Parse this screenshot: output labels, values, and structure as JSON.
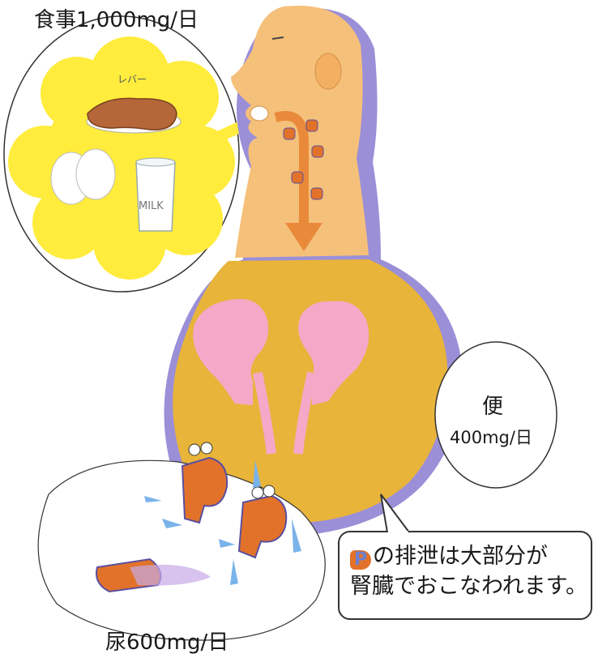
{
  "intake": {
    "label": "食事1,000mg/日"
  },
  "foods": {
    "liver": "レバー",
    "milk": "MILK"
  },
  "stool": {
    "title": "便",
    "amount": "400mg/日"
  },
  "urine": {
    "label": "尿600mg/日"
  },
  "callout": {
    "icon_letter": "P",
    "line1": "の排泄は大部分が",
    "line2": "腎臓でおこなわれます。"
  },
  "colors": {
    "body_skin": "#f5c07a",
    "body_shadow": "#9b8fd8",
    "abdomen": "#e8b43a",
    "kidney": "#f4a9c8",
    "food_cloud": "#ffec3d",
    "arrow": "#e88a3a",
    "p_character": "#e2722a"
  },
  "icons": [
    "liver-icon",
    "eggs-icon",
    "milk-glass-icon",
    "p-character-icon",
    "down-arrow-icon",
    "kidney-icon"
  ]
}
